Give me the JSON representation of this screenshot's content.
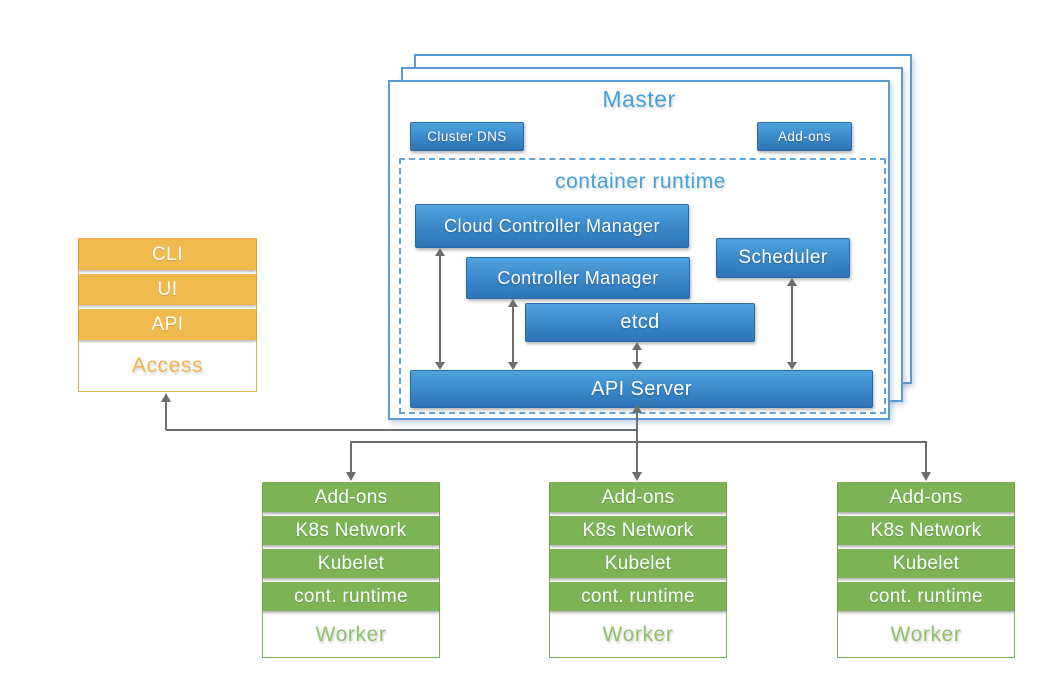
{
  "master": {
    "title": "Master",
    "cluster_dns_label": "Cluster DNS",
    "addons_label": "Add-ons",
    "container_runtime_label": "container runtime",
    "components": {
      "cloud_controller_manager": "Cloud Controller Manager",
      "controller_manager": "Controller Manager",
      "scheduler": "Scheduler",
      "etcd": "etcd",
      "api_server": "API Server"
    }
  },
  "access": {
    "title": "Access",
    "items": [
      "CLI",
      "UI",
      "API"
    ]
  },
  "workers": [
    {
      "title": "Worker",
      "items": [
        "Add-ons",
        "K8s Network",
        "Kubelet",
        "cont. runtime"
      ]
    },
    {
      "title": "Worker",
      "items": [
        "Add-ons",
        "K8s Network",
        "Kubelet",
        "cont. runtime"
      ]
    },
    {
      "title": "Worker",
      "items": [
        "Add-ons",
        "K8s Network",
        "Kubelet",
        "cont. runtime"
      ]
    }
  ],
  "colors": {
    "blue_gradient_top": "#4FA3DE",
    "blue_gradient_bottom": "#2E74B5",
    "blue_border": "#5B9BD5",
    "light_blue_text": "#47A0DC",
    "orange": "#F0B94E",
    "orange_text": "#F0B455",
    "green": "#7CB355",
    "green_text": "#90C16E",
    "connector_gray": "#6B6F72",
    "background": "#FFFFFF"
  }
}
